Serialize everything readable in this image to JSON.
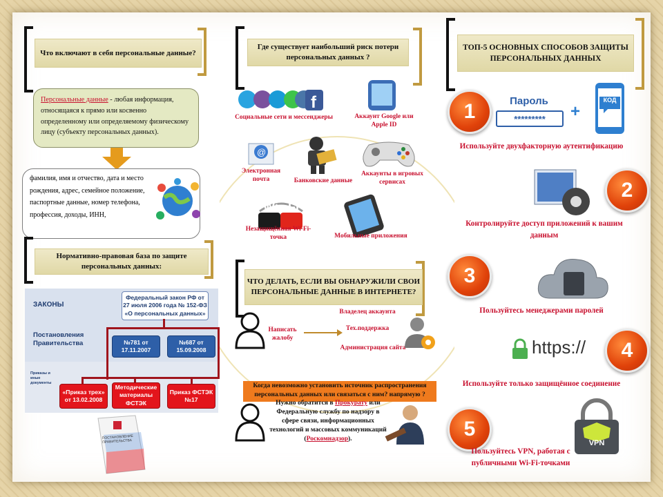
{
  "headers": {
    "personal_data_q": "Что включают в себя персональные данные?",
    "risk_q": "Где существует наибольший риск потери персональных данных ?",
    "top5": "ТОП-5 ОСНОВНЫХ СПОСОБОВ ЗАЩИТЫ ПЕРСОНАЛЬНЫХ ДАННЫХ",
    "legal_base": "Нормативно-правовая база по защите персональных данных:",
    "what_to_do": "ЧТО ДЕЛАТЬ, ЕСЛИ ВЫ ОБНАРУЖИЛИ СВОИ ПЕРСОНАЛЬНЫЕ ДАННЫЕ В ИНТЕРНЕТЕ?"
  },
  "definition": {
    "term": "Персональные данные",
    "text": " - любая информация, относящаяся к прямо или косвенно определенному или определяемому физическому лицу (субъекту персональных данных)."
  },
  "data_list": "фамилия, имя и отчество, дата и место рождения, адрес, семейное положение, паспортные данные, номер телефона, профессия, доходы, ИНН,",
  "laws": {
    "row1_label": "ЗАКОНЫ",
    "law_main": "Федеральный закон РФ от 27 июля 2006 года № 152-ФЗ «О персональных данных»",
    "row2_label": "Постановления Правительства",
    "decree1": "№781 от 17.11.2007",
    "decree2": "№687 от 15.09.2008",
    "row3_label": "Приказы и иные документы",
    "order1": "«Приказ трех» от 13.02.2008",
    "order2": "Методические материалы ФСТЭК",
    "order3": "Приказ ФСТЭК №17"
  },
  "document_cover": "ПОСТАНОВЛЕНИЕ ПРАВИТЕЛЬСТВА",
  "risks": [
    {
      "label": "Социальные сети и мессенджеры",
      "icon": "social-icons"
    },
    {
      "label": "Аккаунт Google или Apple ID",
      "icon": "phone-icon"
    },
    {
      "label": "Электронная почта",
      "icon": "email-icon"
    },
    {
      "label": "Банковские данные",
      "icon": "thief-icon"
    },
    {
      "label": "Аккаунты в игровых сервисах",
      "icon": "gamepad-icon"
    },
    {
      "label": "Незащищённая Wi-Fi-точка",
      "icon": "wifi-icon"
    },
    {
      "label": "Мобильные приложения",
      "icon": "smartphone-icon"
    }
  ],
  "wifi_badge": {
    "wi": "Wi",
    "fi": "Fi"
  },
  "actions": {
    "write": "Написать жалобу",
    "targets": [
      "Владелец аккаунта",
      "Тех.поддержка",
      "Администрация сайта"
    ],
    "orange_note": "Когда невозможно установить источник распространения персональных данных или связаться с ним? напрямую ?",
    "prosecutor_pre": "Нужно обратится в ",
    "prosecutor_link": "Прокурату",
    "prosecutor_mid": " или Федеральную службу по надзору в сфере связи, информационных технологий и массовых коммуникаций (",
    "prosecutor_link2": "Роскомнадзор",
    "prosecutor_post": ")."
  },
  "tips": [
    {
      "n": "1",
      "text": "Используйте двухфакторную аутентификацию"
    },
    {
      "n": "2",
      "text": "Контролируйте доступ приложений к вашим данным"
    },
    {
      "n": "3",
      "text": "Пользуйтесь менеджерами паролей"
    },
    {
      "n": "4",
      "text": "Используйте только защищённое соединение"
    },
    {
      "n": "5",
      "text": "Пользуйтесь VPN, работая с публичными Wi-Fi-точками"
    }
  ],
  "tip1_visual": {
    "password_label": "Пароль",
    "password_value": "*********",
    "plus": "+",
    "code": "КОД"
  },
  "https_text": "https://",
  "vpn_text": "VPN",
  "colors": {
    "accent_red": "#c8102e",
    "orange": "#e0420a",
    "gold": "#c09a40",
    "law_blue": "#2e5fa8",
    "law_red": "#e3151c"
  }
}
